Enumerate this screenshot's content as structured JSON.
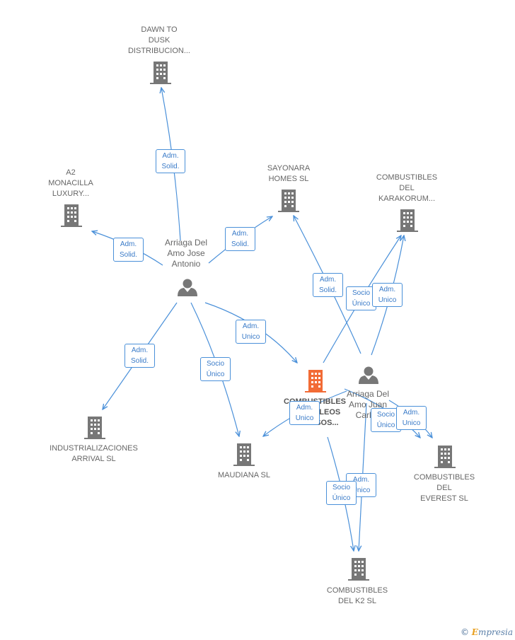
{
  "colors": {
    "edge": "#4a90d9",
    "node": "#777777",
    "focus": "#f26b35"
  },
  "nodes": {
    "dawn": {
      "label": "DAWN TO\nDUSK\nDISTRIBUCION..."
    },
    "a2": {
      "label": "A2\nMONACILLA\nLUXURY..."
    },
    "sayonara": {
      "label": "SAYONARA\nHOMES  SL"
    },
    "karakorum": {
      "label": "COMBUSTIBLES\nDEL\nKARAKORUM..."
    },
    "jose": {
      "label": "Arriaga Del\nAmo Jose\nAntonio"
    },
    "center": {
      "label": "COMBUSTIBLES\nY GASOLEOS\nCHICASOS..."
    },
    "juan": {
      "label": "Arriaga Del\nAmo Juan\nCarlos"
    },
    "industrializaciones": {
      "label": "INDUSTRIALIZACIONES\nARRIVAL  SL"
    },
    "maudiana": {
      "label": "MAUDIANA  SL"
    },
    "everest": {
      "label": "COMBUSTIBLES\nDEL\nEVEREST  SL"
    },
    "k2": {
      "label": "COMBUSTIBLES\nDEL K2  SL"
    }
  },
  "edge_labels": {
    "jose_dawn": "Adm.\nSolid.",
    "jose_a2": "Adm.\nSolid.",
    "jose_sayonara": "Adm.\nSolid.",
    "jose_center": "Adm.\nUnico",
    "jose_indus": "Adm.\nSolid.",
    "jose_maudiana": "Socio\nÚnico",
    "juan_sayonara": "Adm.\nSolid.",
    "center_karakorum": "Socio\nÚnico",
    "juan_karakorum": "Adm.\nUnico",
    "center_maudiana": "Adm.\nUnico",
    "center_everest": "Socio\nÚnico",
    "juan_everest": "Adm.\nUnico",
    "center_k2": "Socio\nÚnico",
    "juan_k2": "Adm.\nUnico"
  },
  "brand": {
    "copyright": "©",
    "name_initial": "E",
    "name_rest": "mpresia"
  }
}
